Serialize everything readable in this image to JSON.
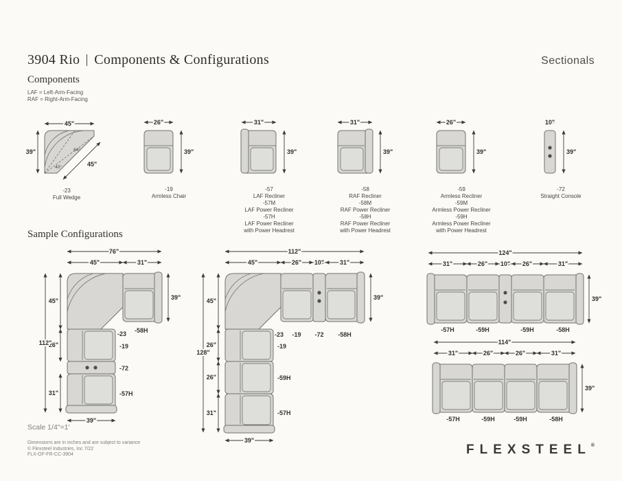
{
  "header": {
    "model": "3904 Rio",
    "subtitle": "Components & Configurations",
    "category": "Sectionals"
  },
  "components": {
    "heading": "Components",
    "legend": [
      "LAF = Left-Arm-Facing",
      "RAF = Right-Arm-Facing"
    ],
    "wedge": {
      "dim_top": "45\"",
      "dim_left": "39\"",
      "dim_slant": "45\"",
      "angle_inner": "40°",
      "angle_outer": "64°",
      "lines": [
        "-23",
        "Full Wedge"
      ]
    },
    "chair": {
      "dim_width": "26\"",
      "dim_depth": "39\"",
      "lines": [
        "-19",
        "Armless Chair"
      ]
    },
    "laf": {
      "dim_width": "31\"",
      "dim_depth": "39\"",
      "lines": [
        "-57",
        "LAF Recliner",
        "-57M",
        "LAF Power Recliner",
        "-57H",
        "LAF Power Recliner",
        "with Power Headrest"
      ]
    },
    "raf": {
      "dim_width": "31\"",
      "dim_depth": "39\"",
      "lines": [
        "-58",
        "RAF Recliner",
        "-58M",
        "RAF Power Recliner",
        "-58H",
        "RAF Power Recliner",
        "with Power Headrest"
      ]
    },
    "armless": {
      "dim_width": "26\"",
      "dim_depth": "39\"",
      "lines": [
        "-59",
        "Armless Recliner",
        "-59M",
        "Armless Power Recliner",
        "-59H",
        "Armless Power Recliner",
        "with Power Headrest"
      ]
    },
    "console": {
      "dim_width": "10\"",
      "dim_depth": "39\"",
      "lines": [
        "-72",
        "Straight Console"
      ]
    }
  },
  "configurations": {
    "heading": "Sample Configurations",
    "c1": {
      "total_width": "76\"",
      "top_segs": [
        "45\"",
        "31\""
      ],
      "depth": "39\"",
      "left_segs": [
        "45\"",
        "26\"",
        "31\""
      ],
      "total_height": "112\"",
      "bottom": "39\"",
      "top_labels": [
        "-23",
        "-58H"
      ],
      "leg_labels": [
        "-19",
        "-72",
        "-57H"
      ]
    },
    "c2": {
      "total_width": "112\"",
      "top_segs": [
        "45\"",
        "26\"",
        "10\"",
        "31\""
      ],
      "depth": "39\"",
      "left_segs": [
        "45\"",
        "26\"",
        "26\"",
        "31\""
      ],
      "total_height": "128\"",
      "bottom": "39\"",
      "top_labels": [
        "-23",
        "-19",
        "-72",
        "-58H"
      ],
      "leg_labels": [
        "-19",
        "-59H",
        "-57H"
      ]
    },
    "c3": {
      "total_width": "124\"",
      "segs": [
        "31\"",
        "26\"",
        "10\"",
        "26\"",
        "31\""
      ],
      "depth": "39\"",
      "labels": [
        "-57H",
        "-59H",
        "-59H",
        "-58H"
      ]
    },
    "c4": {
      "total_width": "114\"",
      "segs": [
        "31\"",
        "26\"",
        "26\"",
        "31\""
      ],
      "depth": "39\"",
      "labels": [
        "-57H",
        "-59H",
        "-59H",
        "-58H"
      ]
    }
  },
  "footer": {
    "scale": "Scale 1/4\"=1'",
    "notes": [
      "Dimensions are in inches and are subject to variance",
      "© Flexsteel Industries, Inc 7/22",
      "FLX-OF-FR-CC-3904"
    ],
    "brand": "FLEXSTEEL",
    "brand_mark": "®"
  },
  "colors": {
    "background": "#fbfaf7",
    "unit_fill": "#d8d7d3",
    "unit_outline": "#71716e",
    "dimension_line": "#3c3b38",
    "text": "#35342f"
  }
}
